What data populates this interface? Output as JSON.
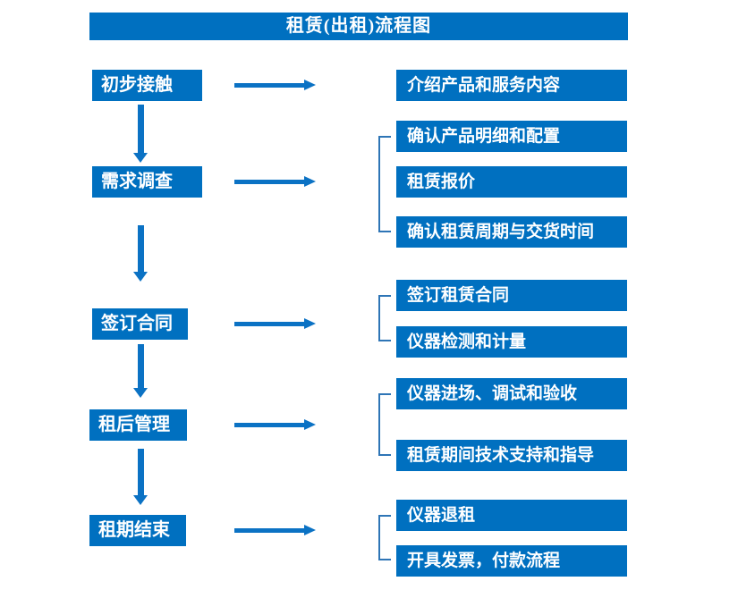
{
  "title": "租赁(出租)流程图",
  "colors": {
    "box_blue": "#0070C0",
    "arrow_blue": "#0B72C4",
    "bracket_blue": "#2E75B6",
    "text_white": "#FFFFFF"
  },
  "flow": {
    "steps": [
      {
        "label": "初步接触",
        "details": [
          "介绍产品和服务内容"
        ]
      },
      {
        "label": "需求调查",
        "details": [
          "确认产品明细和配置",
          "租赁报价",
          "确认租赁周期与交货时间"
        ]
      },
      {
        "label": "签订合同",
        "details": [
          "签订租赁合同",
          "仪器检测和计量"
        ]
      },
      {
        "label": "租后管理",
        "details": [
          "仪器进场、调试和验收",
          "租赁期间技术支持和指导"
        ]
      },
      {
        "label": "租期结束",
        "details": [
          "仪器退租",
          "开具发票，付款流程"
        ]
      }
    ]
  }
}
